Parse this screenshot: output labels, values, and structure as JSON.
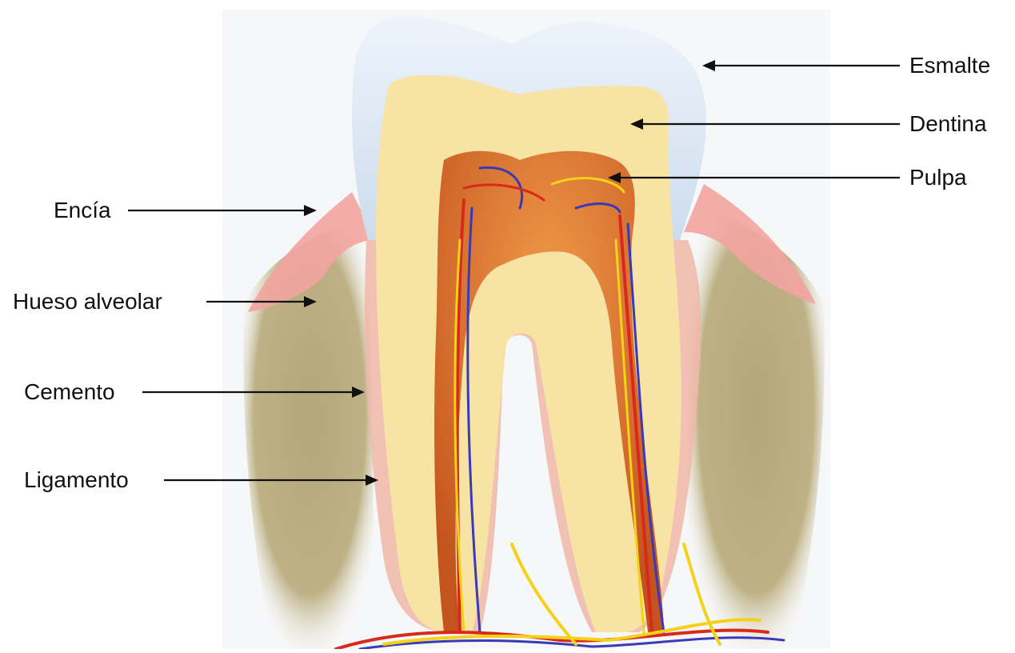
{
  "labels": {
    "enamel": "Esmalte",
    "dentin": "Dentina",
    "pulp": "Pulpa",
    "gum": "Encía",
    "alveolar_bone": "Hueso alveolar",
    "cementum": "Cemento",
    "ligament": "Ligamento"
  },
  "colors": {
    "enamel": "#d8e6f4",
    "dentin": "#f7e3a3",
    "pulp": "#d66a2a",
    "gum": "#f2a4a0",
    "bone": "#b8ac7c",
    "cementum": "#f0b7a8",
    "artery": "#d9281c",
    "vein": "#3a3ab8",
    "nerve": "#f5d21a",
    "text": "#111111"
  }
}
